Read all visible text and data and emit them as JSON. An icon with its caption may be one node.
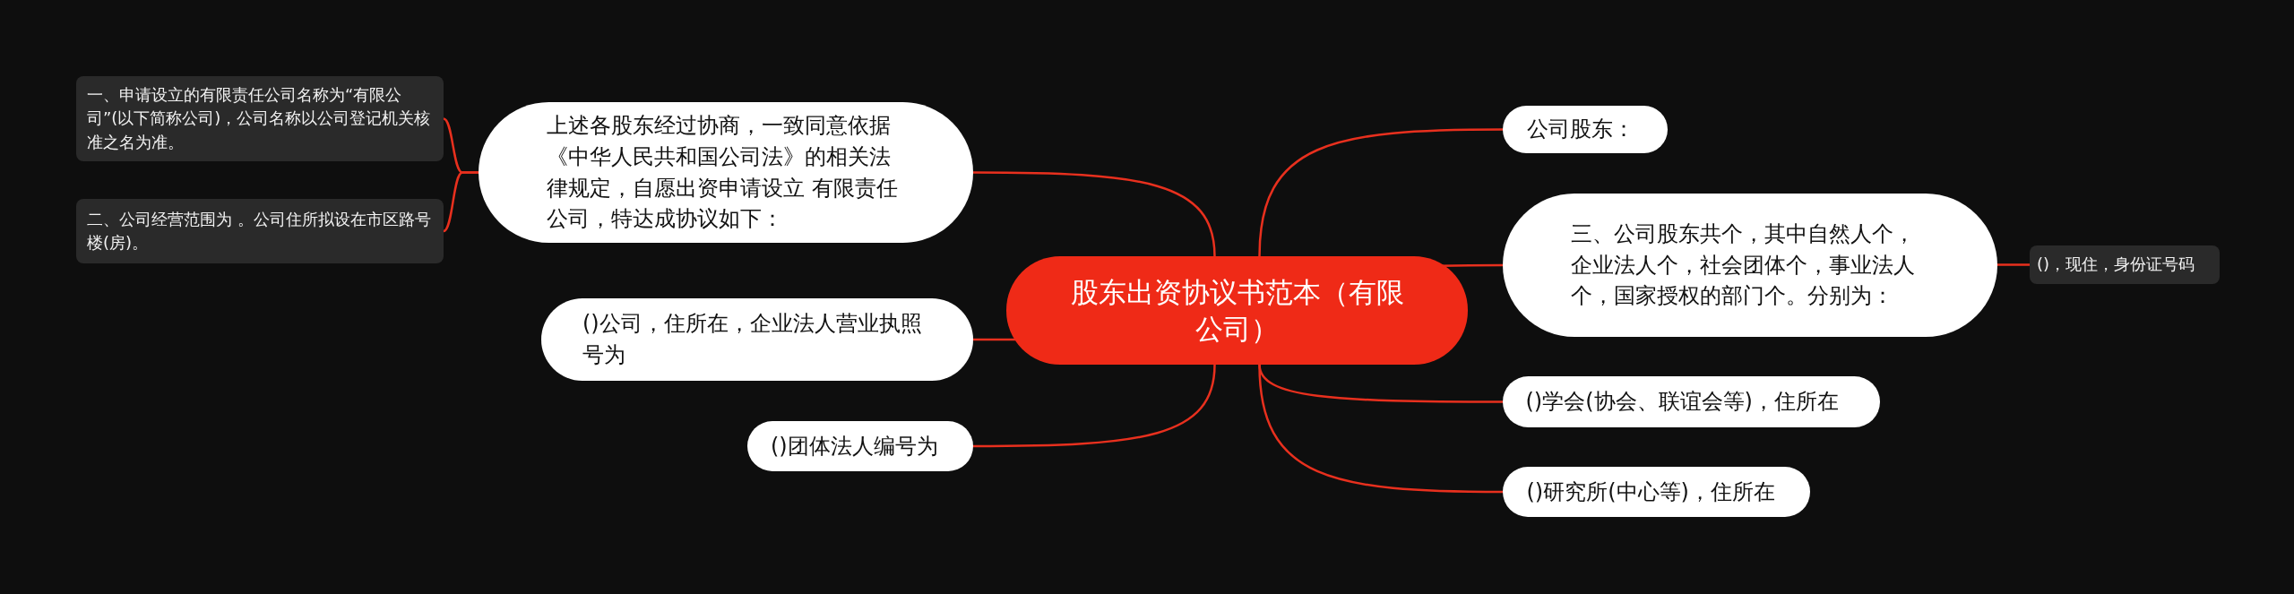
{
  "diagram": {
    "nodes": [
      {
        "text": [
          "股东出资协议书范本（有限公司）"
        ]
      },
      {
        "text": [
          "上述各股东经过协商，一致同意依据《中华人民共和国公司法》的相关法律规定，自愿出资申请设立 有限责任公司，特达成协议如下："
        ]
      },
      {
        "text": [
          "一、申请设立的有限责任公司名称为“有限公司”(以下简称公司)，公司名称以公司登记机关核准之名为准。"
        ]
      },
      {
        "text": [
          "二、公司经营范围为 。公司住所拟设在市区路号楼(房)。"
        ]
      },
      {
        "text": [
          "()公司，住所在，企业法人营业执照号为"
        ]
      },
      {
        "text": [
          "()团体法人编号为"
        ]
      },
      {
        "text": [
          "公司股东："
        ]
      },
      {
        "text": [
          "三、公司股东共个，其中自然人个，企业法人个，社会团体个，事业法人个，国家授权的部门个。分别为："
        ]
      },
      {
        "text": [
          "()，现住，身份证号码"
        ]
      },
      {
        "text": [
          "()学会(协会、联谊会等)，住所在"
        ]
      },
      {
        "text": [
          "()研究所(中心等)，住所在"
        ]
      }
    ],
    "edges": [
      {
        "from": 0,
        "to": 1,
        "arrow": "none"
      },
      {
        "from": 1,
        "to": 2,
        "arrow": "none"
      },
      {
        "from": 1,
        "to": 3,
        "arrow": "none"
      },
      {
        "from": 0,
        "to": 4,
        "arrow": "none"
      },
      {
        "from": 0,
        "to": 5,
        "arrow": "none"
      },
      {
        "from": 0,
        "to": 6,
        "arrow": "none"
      },
      {
        "from": 0,
        "to": 7,
        "arrow": "none"
      },
      {
        "from": 7,
        "to": 8,
        "arrow": "none"
      },
      {
        "from": 0,
        "to": 9,
        "arrow": "none"
      },
      {
        "from": 0,
        "to": 10,
        "arrow": "none"
      }
    ]
  }
}
